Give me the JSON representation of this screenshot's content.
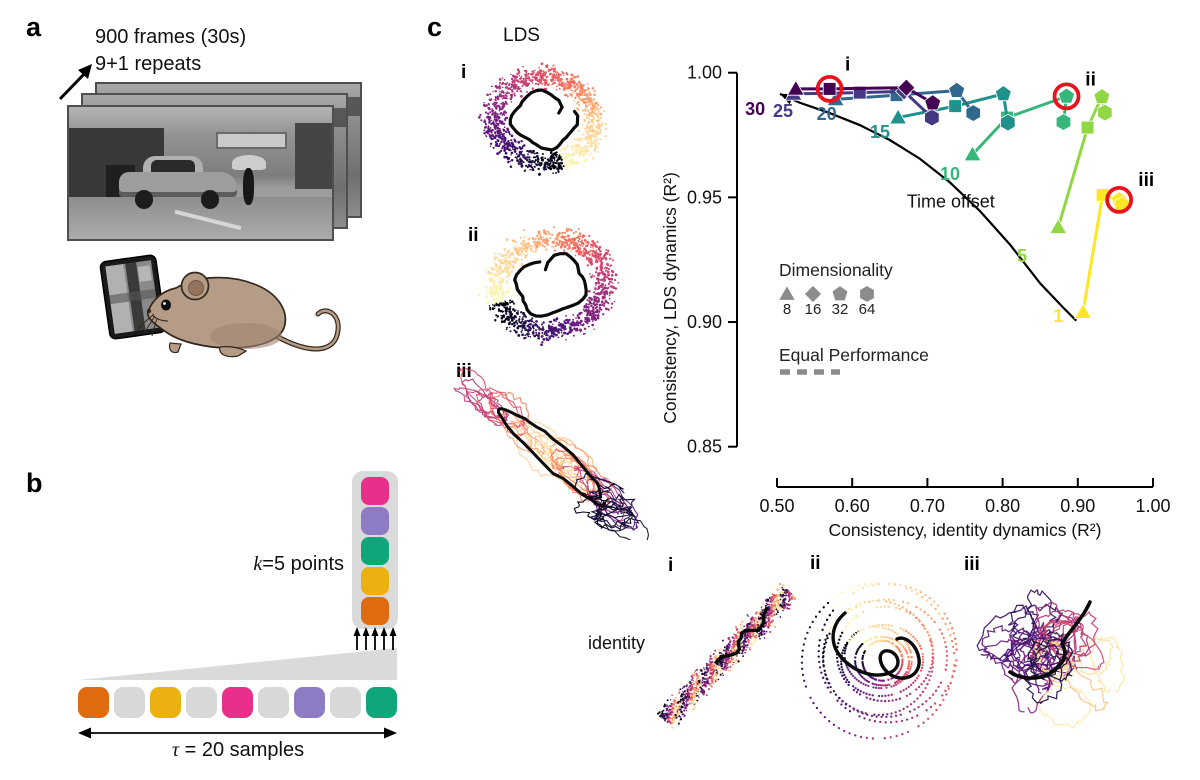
{
  "panel_a": {
    "label": "a",
    "caption": [
      "900 frames (30s)",
      "9+1 repeats"
    ]
  },
  "panel_b": {
    "label": "b",
    "k_italic": "k",
    "k_rest": "=5 points",
    "tau_italic": "τ",
    "tau_rest": " = 20 samples",
    "stack_colors": [
      "#e8308b",
      "#8d7cc4",
      "#10a67c",
      "#eab110",
      "#e06a10"
    ],
    "row_colors": [
      "#e06a10",
      "#d8d8d8",
      "#eab110",
      "#d8d8d8",
      "#e8308b",
      "#d8d8d8",
      "#8d7cc4",
      "#d8d8d8",
      "#10a67c"
    ],
    "container_color": "#dadada"
  },
  "panel_c": {
    "label": "c",
    "lds_title": "LDS",
    "identity_label": "identity",
    "lds_plots": [
      {
        "label": "i"
      },
      {
        "label": "ii"
      },
      {
        "label": "iii"
      }
    ],
    "identity_plots": [
      {
        "label": "i"
      },
      {
        "label": "ii"
      },
      {
        "label": "iii"
      }
    ],
    "embedding_palette": "magma"
  },
  "chart_data": {
    "type": "scatter",
    "xlabel": "Consistency, identity dynamics (R²)",
    "ylabel": "Consistency, LDS dynamics (R²)",
    "xlim": [
      0.5,
      1.0
    ],
    "ylim": [
      0.85,
      1.0
    ],
    "xticks": [
      "0.50",
      "0.60",
      "0.70",
      "0.80",
      "0.90",
      "1.00"
    ],
    "yticks": [
      "0.85",
      "0.90",
      "0.95",
      "1.00"
    ],
    "curve": {
      "label": "Time offset",
      "label_x": 0.731,
      "label_y": 0.946,
      "points": [
        [
          0.504,
          0.9915
        ],
        [
          0.53,
          0.988
        ],
        [
          0.57,
          0.9838
        ],
        [
          0.61,
          0.979
        ],
        [
          0.65,
          0.973
        ],
        [
          0.69,
          0.9655
        ],
        [
          0.73,
          0.956
        ],
        [
          0.77,
          0.9445
        ],
        [
          0.81,
          0.931
        ],
        [
          0.85,
          0.9155
        ],
        [
          0.88,
          0.906
        ],
        [
          0.898,
          0.9005
        ]
      ]
    },
    "series": [
      {
        "offset": "30",
        "color": "#440154",
        "label_x": 0.471,
        "label_y": 0.983,
        "points": [
          {
            "x": 0.525,
            "y": 0.9935,
            "m": "triangle"
          },
          {
            "x": 0.57,
            "y": 0.9935,
            "m": "square"
          },
          {
            "x": 0.672,
            "y": 0.994,
            "m": "diamond"
          },
          {
            "x": 0.707,
            "y": 0.9878,
            "m": "pentagon"
          }
        ]
      },
      {
        "offset": "25",
        "color": "#443983",
        "label_x": 0.508,
        "label_y": 0.9822,
        "points": [
          {
            "x": 0.522,
            "y": 0.9915,
            "m": "triangle"
          },
          {
            "x": 0.61,
            "y": 0.992,
            "m": "square"
          },
          {
            "x": 0.669,
            "y": 0.9925,
            "m": "diamond"
          },
          {
            "x": 0.706,
            "y": 0.982,
            "m": "hexagon"
          }
        ]
      },
      {
        "offset": "20",
        "color": "#31688e",
        "label_x": 0.566,
        "label_y": 0.981,
        "points": [
          {
            "x": 0.578,
            "y": 0.9893,
            "m": "triangle"
          },
          {
            "x": 0.659,
            "y": 0.991,
            "m": "square"
          },
          {
            "x": 0.739,
            "y": 0.9928,
            "m": "pentagon"
          },
          {
            "x": 0.761,
            "y": 0.9838,
            "m": "hexagon"
          }
        ]
      },
      {
        "offset": "15",
        "color": "#21918c",
        "label_x": 0.637,
        "label_y": 0.9738,
        "points": [
          {
            "x": 0.661,
            "y": 0.982,
            "m": "triangle"
          },
          {
            "x": 0.737,
            "y": 0.9866,
            "m": "square"
          },
          {
            "x": 0.801,
            "y": 0.9915,
            "m": "pentagon"
          },
          {
            "x": 0.807,
            "y": 0.98,
            "m": "hexagon"
          }
        ]
      },
      {
        "offset": "10",
        "color": "#35b779",
        "label_x": 0.73,
        "label_y": 0.957,
        "points": [
          {
            "x": 0.76,
            "y": 0.9672,
            "m": "triangle"
          },
          {
            "x": 0.806,
            "y": 0.982,
            "m": "square"
          },
          {
            "x": 0.885,
            "y": 0.9905,
            "m": "pentagon"
          },
          {
            "x": 0.881,
            "y": 0.9802,
            "m": "hexagon"
          }
        ]
      },
      {
        "offset": "5",
        "color": "#90d743",
        "label_x": 0.826,
        "label_y": 0.924,
        "points": [
          {
            "x": 0.874,
            "y": 0.938,
            "m": "triangle"
          },
          {
            "x": 0.913,
            "y": 0.978,
            "m": "square"
          },
          {
            "x": 0.932,
            "y": 0.9903,
            "m": "pentagon"
          },
          {
            "x": 0.936,
            "y": 0.984,
            "m": "hexagon"
          }
        ]
      },
      {
        "offset": "1",
        "color": "#fde725",
        "label_x": 0.874,
        "label_y": 0.9,
        "points": [
          {
            "x": 0.907,
            "y": 0.904,
            "m": "triangle"
          },
          {
            "x": 0.933,
            "y": 0.951,
            "m": "square"
          },
          {
            "x": 0.955,
            "y": 0.949,
            "m": "pentagon"
          },
          {
            "x": 0.959,
            "y": 0.947,
            "m": "hexagon"
          }
        ]
      }
    ],
    "annotations": [
      {
        "label": "i",
        "x": 0.57,
        "y": 0.9935,
        "label_x": 0.594,
        "label_y": 1.0008
      },
      {
        "label": "ii",
        "x": 0.885,
        "y": 0.9905,
        "label_x": 0.917,
        "label_y": 0.9948
      },
      {
        "label": "iii",
        "x": 0.955,
        "y": 0.949,
        "label_x": 0.991,
        "label_y": 0.9545
      }
    ],
    "annotation_color": "#e8131c",
    "legend": {
      "dim_title": "Dimensionality",
      "dims": [
        "8",
        "16",
        "32",
        "64"
      ],
      "dim_markers": [
        "triangle",
        "diamond",
        "pentagon",
        "hexagon"
      ],
      "equal_label": "Equal Performance",
      "legend_color": "#8c8c8c"
    }
  }
}
